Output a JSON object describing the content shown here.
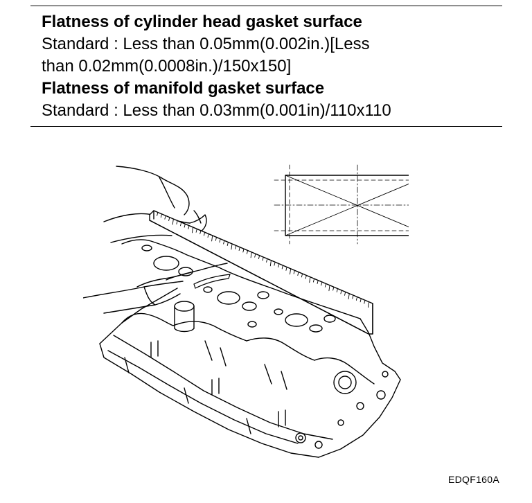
{
  "spec": {
    "cyl_head_heading": "Flatness of cylinder head gasket surface",
    "cyl_head_line1": "Standard : Less than 0.05mm(0.002in.)[Less",
    "cyl_head_line2": "than 0.02mm(0.0008in.)/150x150]",
    "manifold_heading": "Flatness of manifold gasket surface",
    "manifold_line1": "Standard : Less than 0.03mm(0.001in)/110x110"
  },
  "figure": {
    "id_label": "EDQF160A",
    "icons": [
      "straightedge-icon",
      "cylinder-head-icon",
      "hand-icon",
      "measurement-pattern-icon"
    ]
  }
}
